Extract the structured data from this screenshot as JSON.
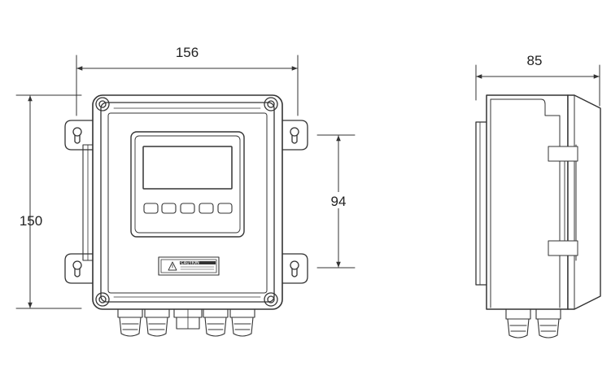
{
  "dimensions": {
    "width": "156",
    "height": "150",
    "window_height": "94",
    "depth": "85"
  },
  "caution_label": {
    "title": "CAUTION"
  }
}
